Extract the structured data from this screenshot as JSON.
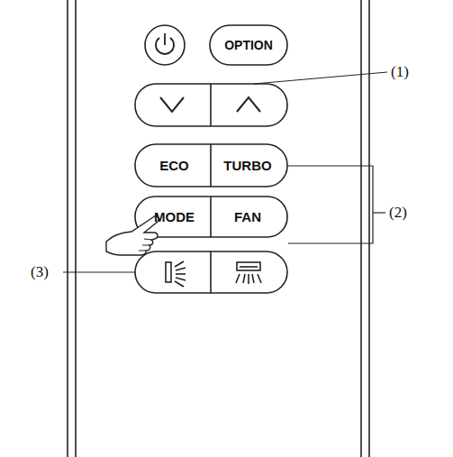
{
  "diagram": {
    "nodes": [
      {
        "text": [
          "OPTION"
        ]
      },
      {
        "text": [
          "ECO"
        ]
      },
      {
        "text": [
          "TURBO"
        ]
      },
      {
        "text": [
          "MODE"
        ]
      },
      {
        "text": [
          "FAN"
        ]
      }
    ],
    "labels": [
      "(1)",
      "(2)",
      "(3)"
    ]
  }
}
